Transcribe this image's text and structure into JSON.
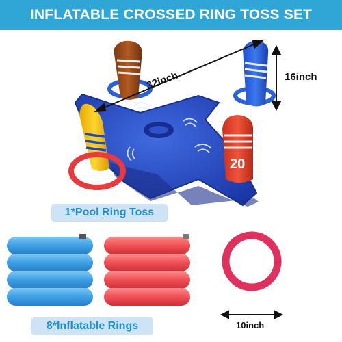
{
  "banner": {
    "title": "INFLATABLE CROSSED RING TOSS SET"
  },
  "dimensions": {
    "diagonal": "32inch",
    "height": "16inch",
    "ring_diameter": "10inch"
  },
  "labels": {
    "ring_toss": "1*Pool Ring Toss",
    "rings": "8*Inflatable Rings"
  },
  "post_number": "20",
  "colors": {
    "banner": "#2fa6d6",
    "base": "#2a4fc6",
    "blue_ring": "#3d9fe4",
    "red_ring": "#ef4f55",
    "pink_ring": "#e0305e"
  }
}
